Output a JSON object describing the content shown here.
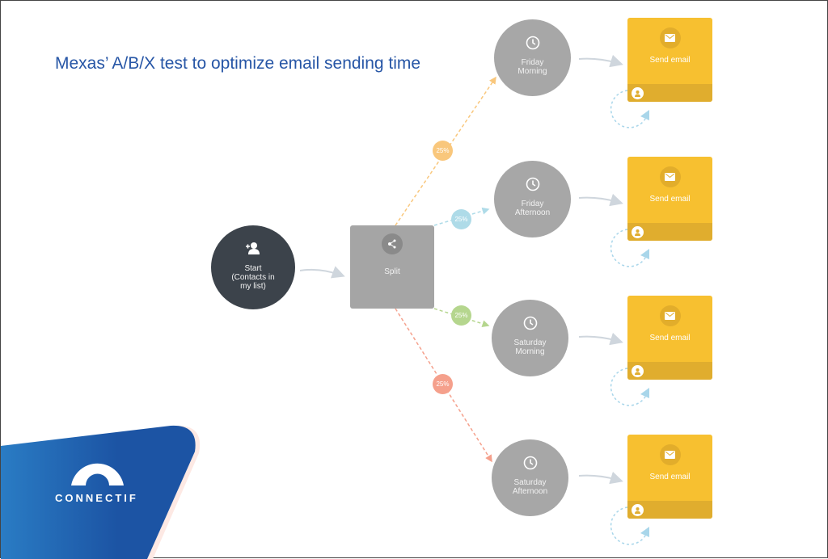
{
  "title": "Mexas’ A/B/X test to optimize email sending time",
  "start": {
    "label": "Start (Contacts in my list)",
    "icon": "add-contact-icon"
  },
  "split": {
    "label": "Split",
    "icon": "split-icon"
  },
  "branches": [
    {
      "percent": "25%",
      "color": "#f9c77c",
      "time": "Friday Morning",
      "email": "Send email"
    },
    {
      "percent": "25%",
      "color": "#aedbe8",
      "time": "Friday Afternoon",
      "email": "Send email"
    },
    {
      "percent": "25%",
      "color": "#b5d68e",
      "time": "Saturday Morning",
      "email": "Send email"
    },
    {
      "percent": "25%",
      "color": "#f5a08c",
      "time": "Saturday Afternoon",
      "email": "Send email"
    }
  ],
  "logo": {
    "text": "CONNECTIF"
  }
}
